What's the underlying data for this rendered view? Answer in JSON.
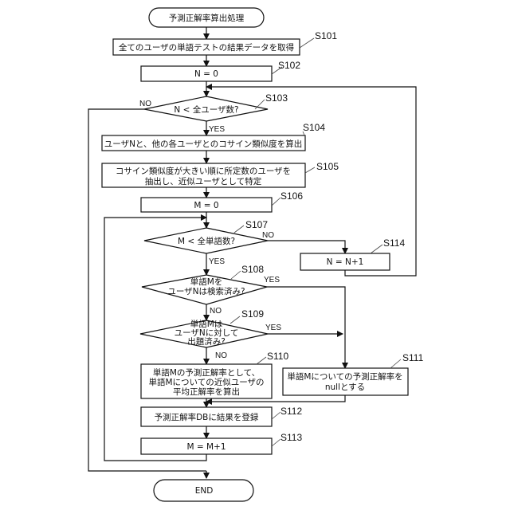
{
  "flowchart": {
    "start": "予測正解率算出処理",
    "end": "END",
    "steps": {
      "S101": {
        "id": "S101",
        "text": [
          "全てのユーザの単語テストの結果データを取得"
        ]
      },
      "S102": {
        "id": "S102",
        "text": [
          "N = 0"
        ]
      },
      "S103": {
        "id": "S103",
        "text": [
          "N < 全ユーザ数?"
        ]
      },
      "S104": {
        "id": "S104",
        "text": [
          "ユーザNと、他の各ユーザとのコサイン類似度を算出"
        ]
      },
      "S105": {
        "id": "S105",
        "text": [
          "コサイン類似度が大きい順に所定数のユーザを",
          "抽出し、近似ユーザとして特定"
        ]
      },
      "S106": {
        "id": "S106",
        "text": [
          "M = 0"
        ]
      },
      "S107": {
        "id": "S107",
        "text": [
          "M < 全単語数?"
        ]
      },
      "S108": {
        "id": "S108",
        "text": [
          "単語Mを",
          "ユーザNは検索済み?"
        ]
      },
      "S109": {
        "id": "S109",
        "text": [
          "単語Mは",
          "ユーザNに対して",
          "出題済み?"
        ]
      },
      "S110": {
        "id": "S110",
        "text": [
          "単語Mの予測正解率として、",
          "単語Mについての近似ユーザの",
          "平均正解率を算出"
        ]
      },
      "S111": {
        "id": "S111",
        "text": [
          "単語Mについての予測正解率を",
          "nullとする"
        ]
      },
      "S112": {
        "id": "S112",
        "text": [
          "予測正解率DBに結果を登録"
        ]
      },
      "S113": {
        "id": "S113",
        "text": [
          "M = M+1"
        ]
      },
      "S114": {
        "id": "S114",
        "text": [
          "N = N+1"
        ]
      }
    },
    "branch_labels": {
      "yes": "YES",
      "no": "NO"
    }
  }
}
